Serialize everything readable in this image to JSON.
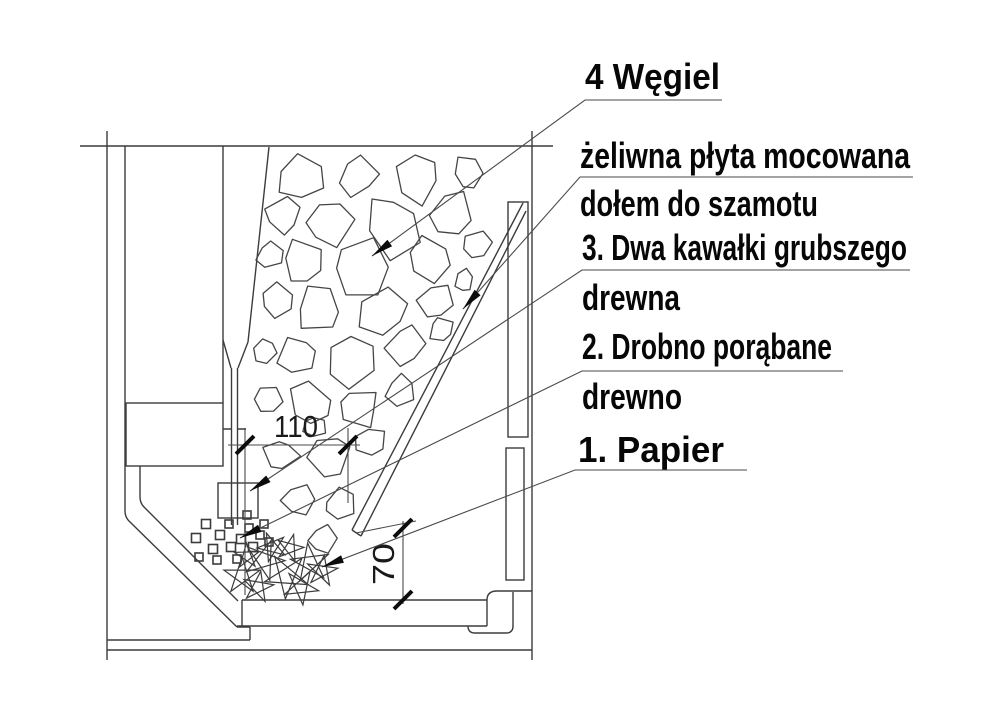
{
  "diagram_type": "stove-firebox-cross-section",
  "colors": {
    "background": "#ffffff",
    "line": "#3c3c3c",
    "text": "#070707"
  },
  "annotations": {
    "coal": {
      "label": "4 Węgiel"
    },
    "plate": {
      "line1": "żeliwna płyta mocowana",
      "line2": "dołem do szamotu"
    },
    "thick_wood": {
      "line1": "3. Dwa kawałki grubszego",
      "line2": "drewna"
    },
    "chopped_wood": {
      "line1": "2. Drobno porąbane",
      "line2": "drewno"
    },
    "paper": {
      "label": "1. Papier"
    }
  },
  "dimensions": {
    "nozzle_width": "110",
    "plate_clearance": "70"
  }
}
